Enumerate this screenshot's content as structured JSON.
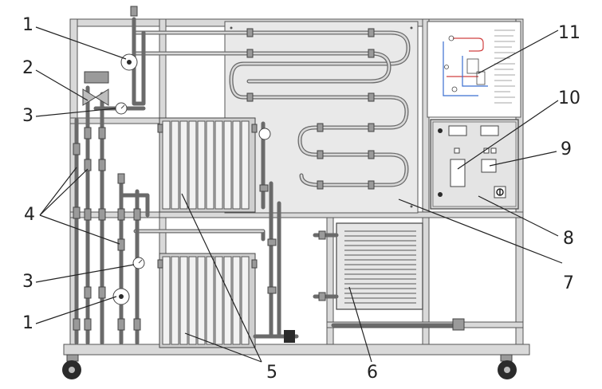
{
  "callouts": {
    "c1_top": "1",
    "c2": "2",
    "c3_top": "3",
    "c4": "4",
    "c3_bottom": "3",
    "c1_bottom": "1",
    "c5": "5",
    "c6": "6",
    "c7": "7",
    "c8": "8",
    "c9": "9",
    "c10": "10",
    "c11": "11"
  }
}
